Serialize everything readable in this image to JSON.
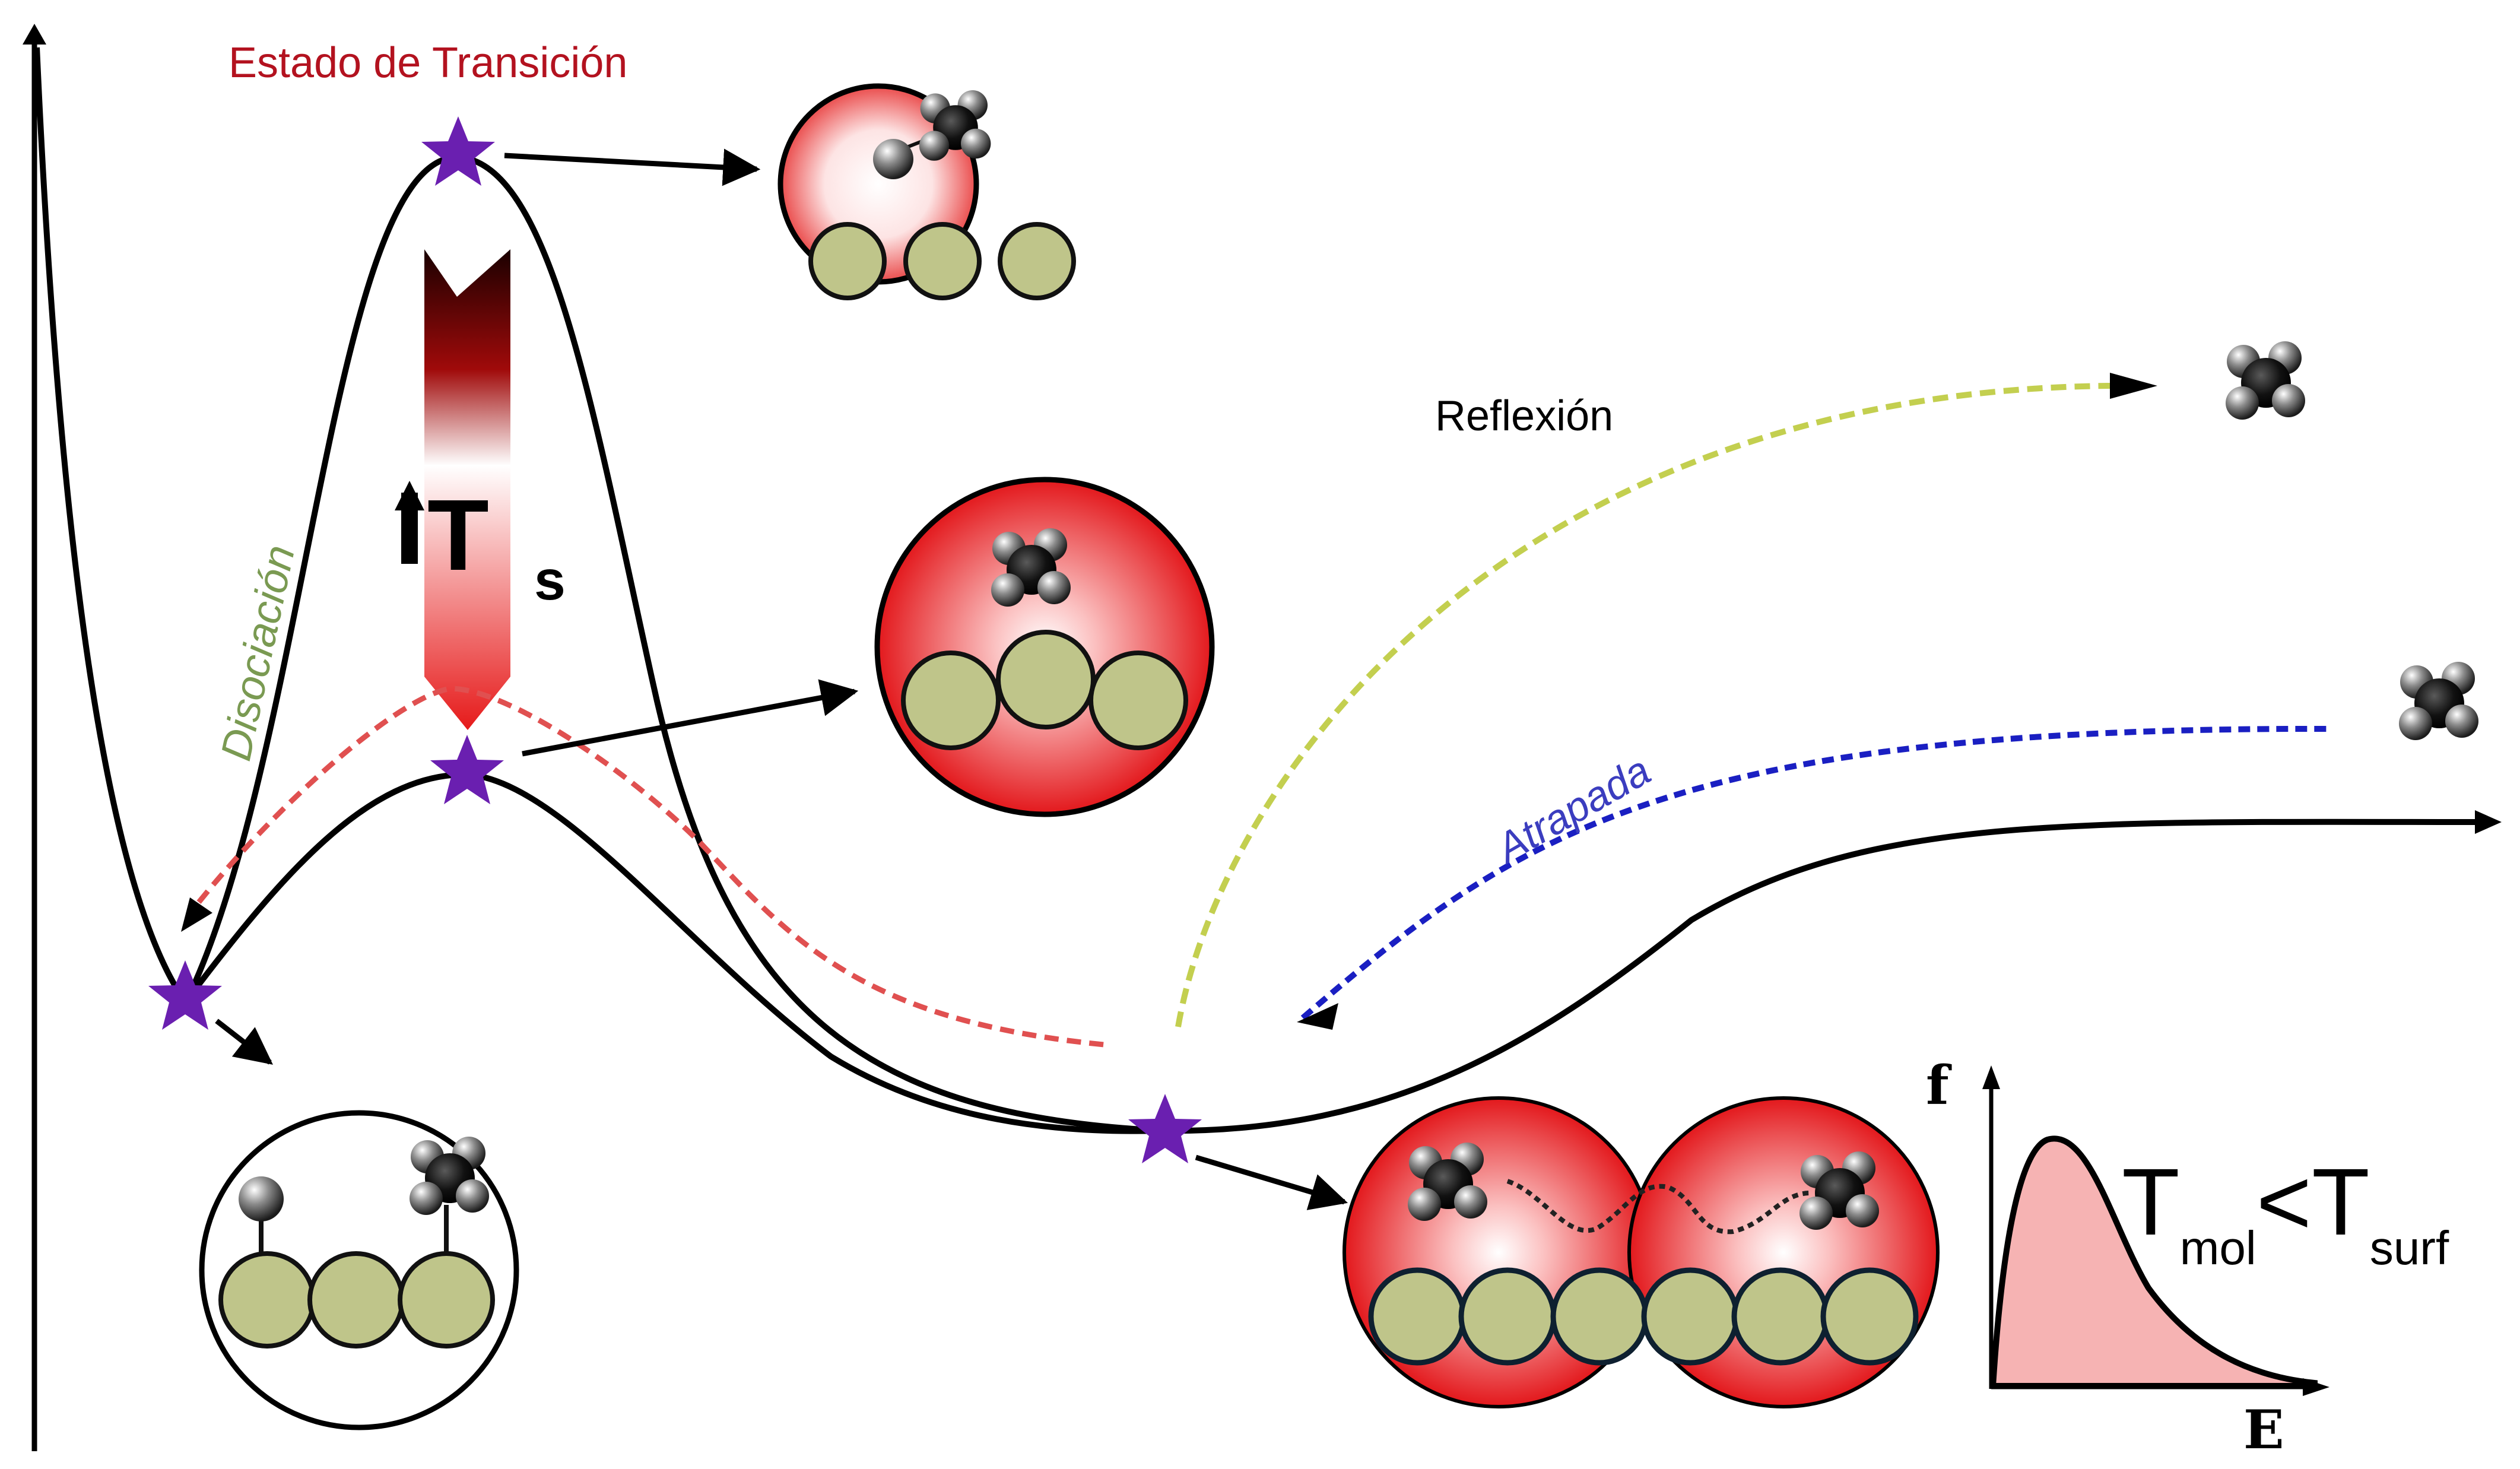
{
  "labels": {
    "transition_state": "Estado de Transición",
    "dissociation": "Disociación",
    "reflection": "Reflexión",
    "trapped": "Atrapada",
    "ts_letter": "T",
    "ts_sub": "s"
  },
  "inset": {
    "y_label": "f",
    "x_label": "E",
    "t_letter": "T",
    "mol_sub": "mol",
    "less_than": "<",
    "surf_sub": "surf"
  },
  "colors": {
    "transition_label": "#b3121f",
    "dissociation_label": "#7a9a52",
    "trapped_label": "#3b3dbf",
    "reflection_path": "#c3cf4f",
    "trapped_path": "#1a1fc2",
    "dissociation_path": "#e05050",
    "star": "#6a1fb0",
    "surface_atom": "#bfc58a",
    "distribution_fill": "#f6b3b3"
  },
  "icons": {
    "star": "purple-star-icon",
    "molecule": "methane-molecule-icon",
    "temperature_arrow": "temperature-up-arrow-icon"
  }
}
